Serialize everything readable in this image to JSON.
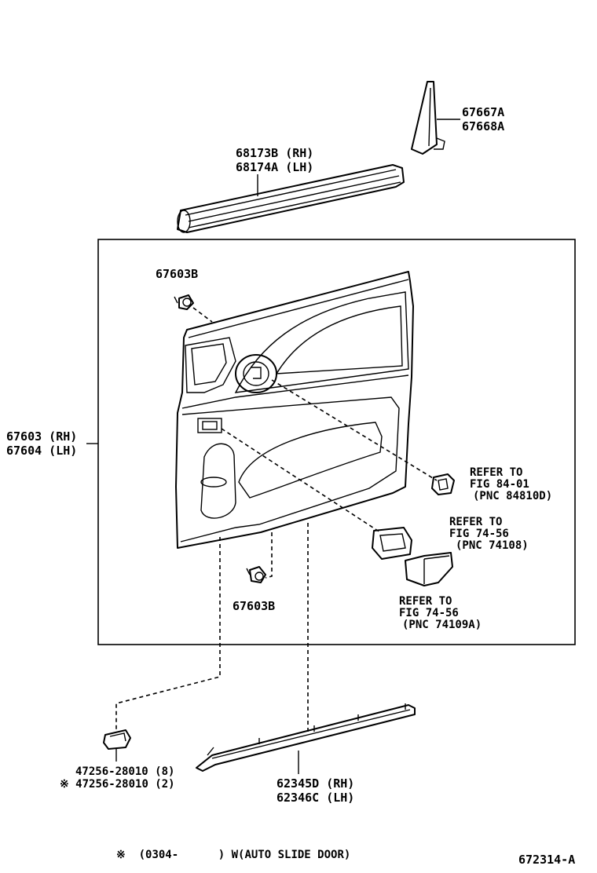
{
  "labels": {
    "mirror_cover": [
      "67667A",
      "67668A"
    ],
    "belt_molding": [
      "68173B (RH)",
      "68174A (LH)"
    ],
    "clip_upper": "67603B",
    "door_trim": [
      "67603 (RH)",
      "67604 (LH)"
    ],
    "refer_switch": [
      "REFER TO",
      "FIG 84-01",
      "(PNC 84810D)"
    ],
    "refer_handle_bezel": [
      "REFER TO",
      "FIG 74-56",
      "(PNC 74108)"
    ],
    "refer_handle_pocket": [
      "REFER TO",
      "FIG 74-56",
      "(PNC 74109A)"
    ],
    "clip_lower": "67603B",
    "clip_part": [
      "47256-28010 (8)",
      "※ 47256-28010 (2)"
    ],
    "lower_molding": [
      "62345D (RH)",
      "62346C (LH)"
    ],
    "footnote": "※  (0304-      ) W(AUTO SLIDE DOOR)",
    "figure_code": "672314-A"
  }
}
